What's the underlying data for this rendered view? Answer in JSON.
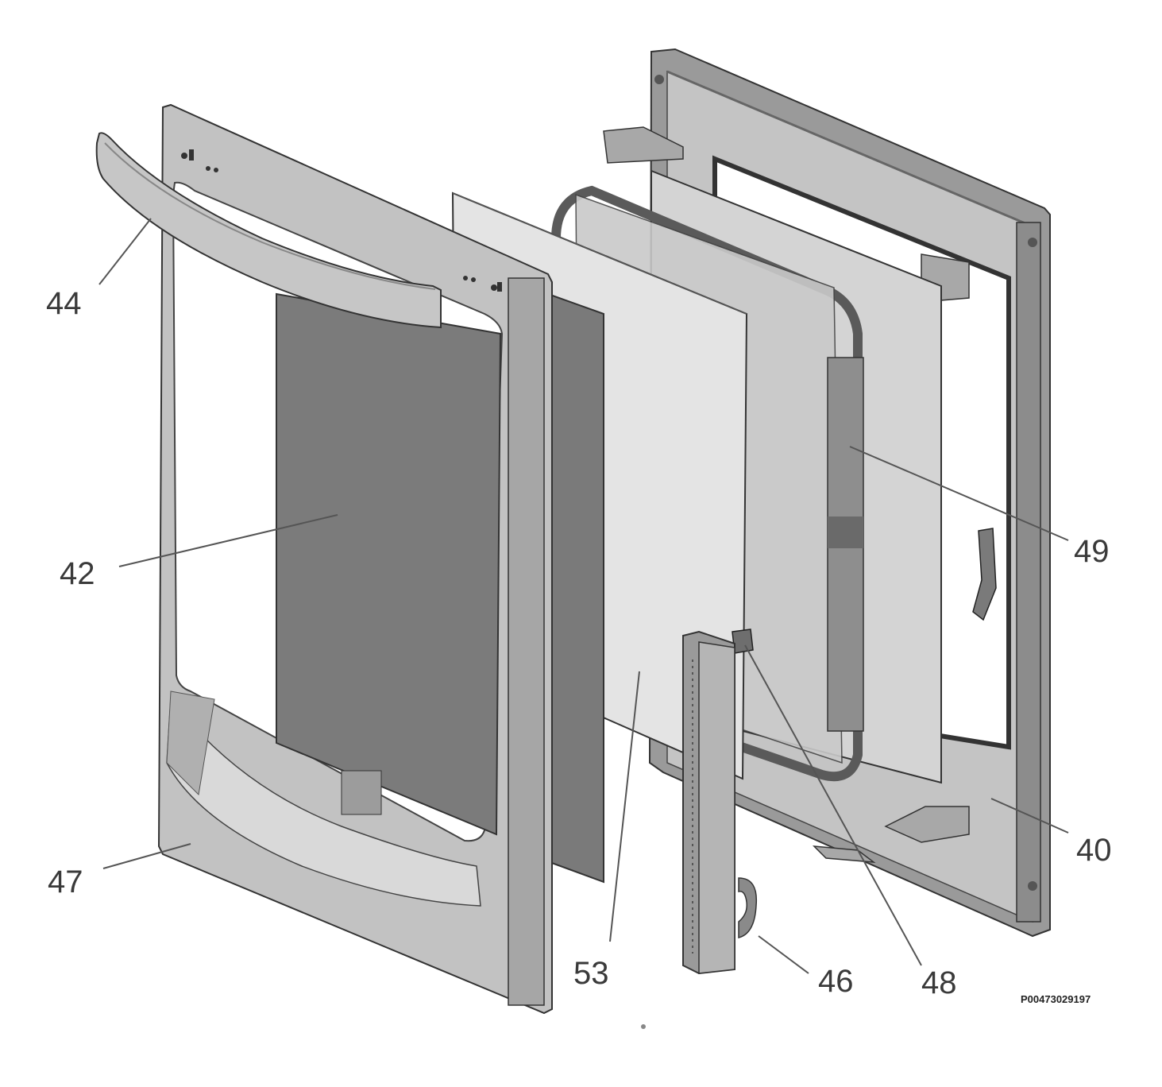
{
  "callouts": {
    "c44": "44",
    "c42": "42",
    "c47": "47",
    "c53": "53",
    "c46": "46",
    "c48": "48",
    "c49": "49",
    "c40": "40"
  },
  "reference_code": "P00473029197",
  "colors": {
    "frame": "#b9b9b9",
    "frame_dark": "#7a7a7a",
    "glass_dark": "#7b7b7b",
    "glass_light": "#d2d2d2",
    "panel_light": "#e3e3e3",
    "outline": "#333333"
  }
}
